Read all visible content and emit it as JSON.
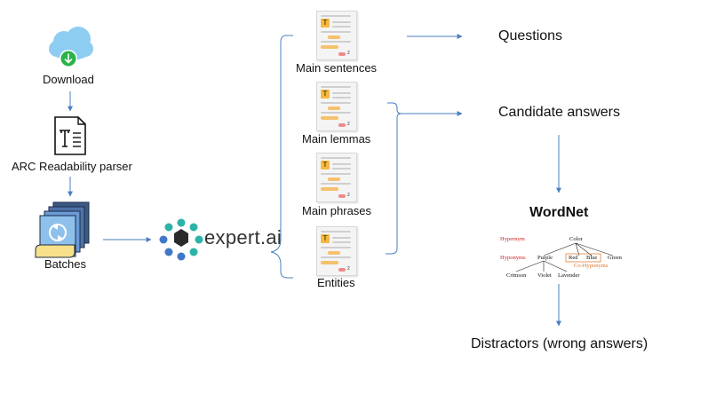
{
  "pipeline": {
    "download": "Download",
    "parser": "ARC Readability parser",
    "batches": "Batches",
    "nlp_engine": "expert.ai"
  },
  "outputs": {
    "main_sentences": "Main sentences",
    "main_lemmas": "Main lemmas",
    "main_phrases": "Main phrases",
    "entities": "Entities"
  },
  "results": {
    "questions": "Questions",
    "candidate_answers": "Candidate answers",
    "wordnet": "WordNet",
    "distractors": "Distractors (wrong answers)"
  },
  "wordnet_tree": {
    "hypernym": "Hypernym",
    "hyponyms": "Hyponyms",
    "co_hyponyms": "Co-Hyponyms",
    "color": "Color",
    "purple": "Purple",
    "red": "Red",
    "blue": "Blue",
    "green": "Green",
    "crimson": "Crimson",
    "violet": "Violet",
    "lavender": "Lavender"
  },
  "doc_icon_glyph": "T",
  "doc_icon_page": "2",
  "colors": {
    "arrow": "#4a7fc1",
    "cloud": "#8ecdf2",
    "download_badge": "#2bb34a",
    "doc_highlight": "#f5b942",
    "tree_red": "#cc2222",
    "tree_orange": "#e07020"
  }
}
